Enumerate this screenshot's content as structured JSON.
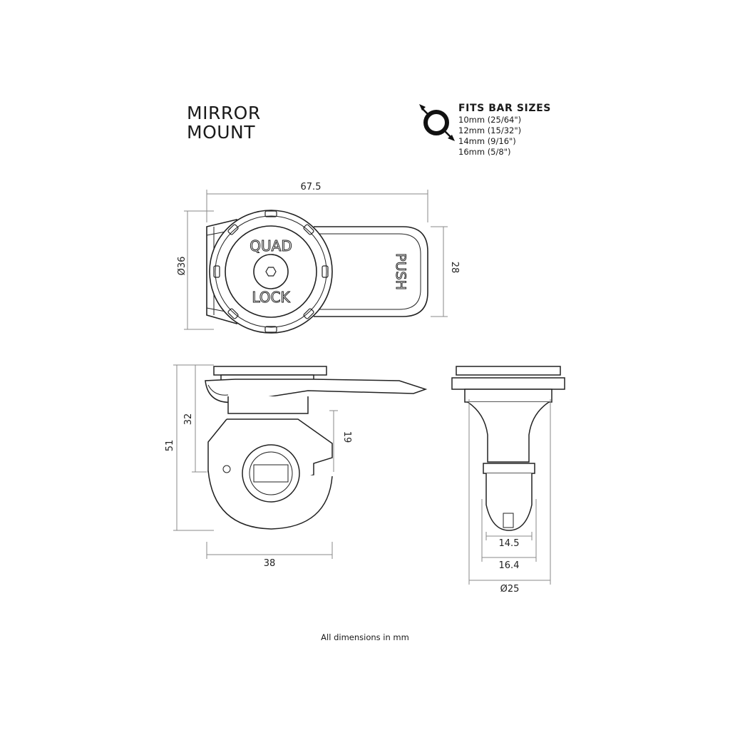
{
  "title_line1": "MIRROR",
  "title_line2": "MOUNT",
  "fits": {
    "heading": "FITS BAR SIZES",
    "sizes": [
      "10mm (25/64\")",
      "12mm (15/32\")",
      "14mm (9/16\")",
      "16mm (5/8\")"
    ]
  },
  "logo_text": {
    "top": "QUAD",
    "bottom": "LOCK",
    "push": "PUSH"
  },
  "dimensions": {
    "top_width": "67.5",
    "top_diameter": "Ø36",
    "top_height": "28",
    "side_total": "51",
    "side_32": "32",
    "side_19": "19",
    "side_width": "38",
    "front_145": "14.5",
    "front_164": "16.4",
    "front_diameter": "Ø25"
  },
  "footer": "All dimensions in mm"
}
